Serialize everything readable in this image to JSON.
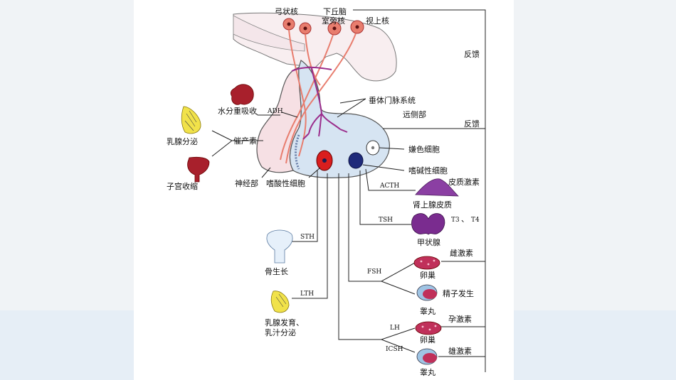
{
  "labels": {
    "arcuate": "弓状核",
    "hypothalamus": "下丘脑",
    "paraventricular": "室旁核",
    "supraoptic": "视上核",
    "feedback1": "反馈",
    "portal": "垂体门脉系统",
    "distal": "远侧部",
    "feedback2": "反馈",
    "water": "水分重吸收",
    "adh": "ADH",
    "breast_sec": "乳腺分泌",
    "oxytocin": "催产素",
    "uterus": "子宫收缩",
    "pars_nervosa": "神经部",
    "acidophil": "嗜酸性细胞",
    "chromophobe": "嫌色细胞",
    "basophil": "嗜碱性细胞",
    "acth": "ACTH",
    "cortex_hormone": "皮质激素",
    "adrenal": "肾上腺皮质",
    "tsh": "TSH",
    "t3": "T3",
    "sep": "、",
    "t4": "T4",
    "thyroid": "甲状腺",
    "sth": "STH",
    "bone": "骨生长",
    "fsh": "FSH",
    "estrogen": "雌激素",
    "ovary1": "卵巢",
    "sperm": "精子发生",
    "testis1": "睾丸",
    "lth": "LTH",
    "breast_dev1": "乳腺发育、",
    "breast_dev2": "乳汁分泌",
    "progesterone": "孕激素",
    "lh": "LH",
    "ovary2": "卵巢",
    "icsh": "ICSH",
    "androgen": "雄激素",
    "testis2": "睾丸"
  },
  "colors": {
    "neuron": "#e87d6e",
    "neuron_core": "#b23a2e",
    "portal_vessel": "#9b2d8c",
    "adenohypophysis": "#d6e4f2",
    "neurohypophysis": "#f6e0e4",
    "acidophil_cell": "#d91e1e",
    "basophil_cell": "#1e2a7a",
    "adrenal_fill": "#8b3fa3",
    "thyroid_fill": "#7a2c8f",
    "ovary_fill": "#c0305a",
    "testis_fill": "#9fc4e4",
    "breast_fill": "#f1e24a",
    "kidney_fill": "#a8202c",
    "uterus_fill": "#a8202c",
    "bone_fill": "#e6f0fa"
  }
}
